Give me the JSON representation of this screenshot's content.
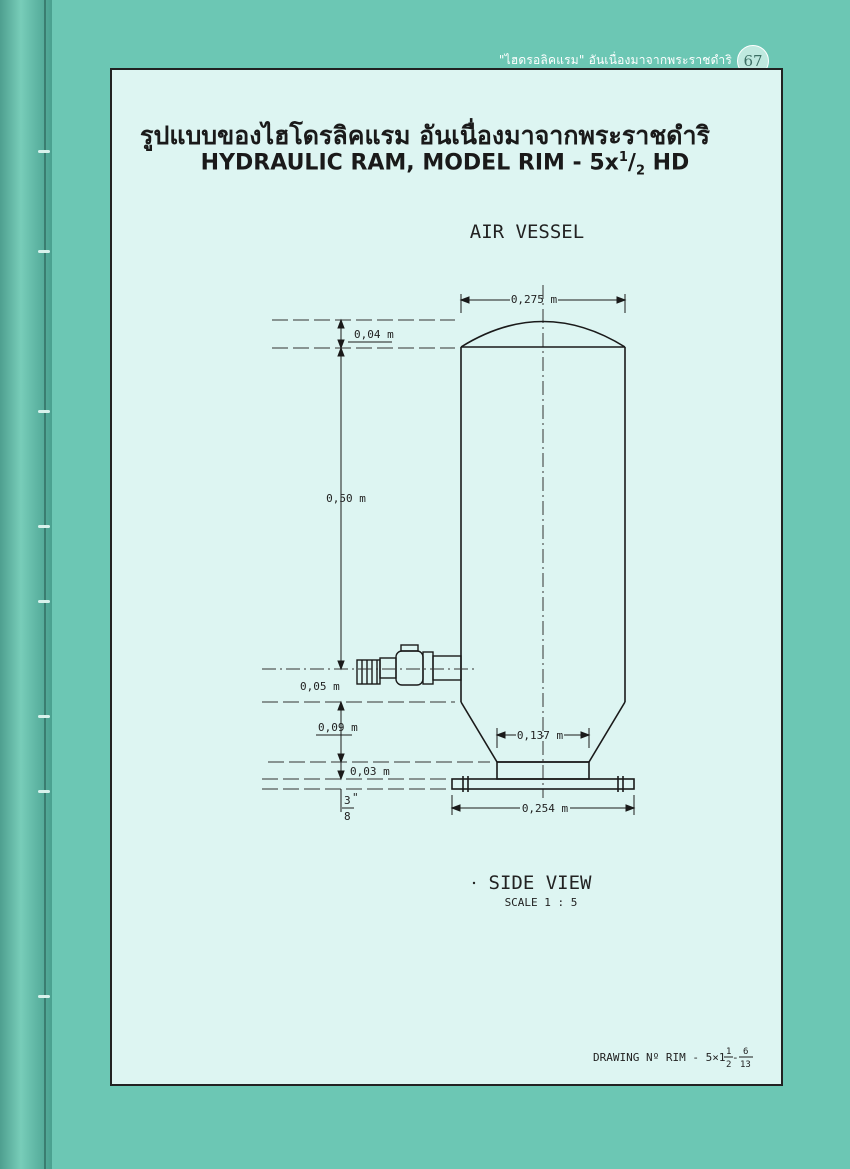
{
  "header": {
    "running_title": "\"ไฮดรอลิคแรม\" อันเนื่องมาจากพระราชดำริ",
    "page_number": "67"
  },
  "title": {
    "thai": "รูปแบบของไฮโดรลิคแรม อันเนื่องมาจากพระราชดำริ",
    "english_prefix": "HYDRAULIC RAM, MODEL RIM - 5x",
    "english_sup": "1",
    "english_sep": "/",
    "english_sub": "2",
    "english_suffix": " HD"
  },
  "drawing": {
    "part_label": "AIR VESSEL",
    "view_label": "SIDE VIEW",
    "scale_label": "SCALE 1 : 5",
    "dimensions": {
      "top_width": "0,275 m",
      "dome_height": "0,04 m",
      "body_height": "0,50 m",
      "pipe_offset": "0,05 m",
      "cone_height": "0,09 m",
      "neck_height": "0,03 m",
      "neck_width": "0,137 m",
      "base_width": "0,254 m",
      "plate_thickness_num": "3",
      "plate_thickness_unit": "\"",
      "plate_thickness_den": "8"
    },
    "drawing_number": {
      "prefix": "DRAWING  Nº RIM - 5×1",
      "frac1_num": "1",
      "frac1_den": "2",
      "dash": " - ",
      "frac2_num": "6",
      "frac2_den": "13"
    }
  }
}
